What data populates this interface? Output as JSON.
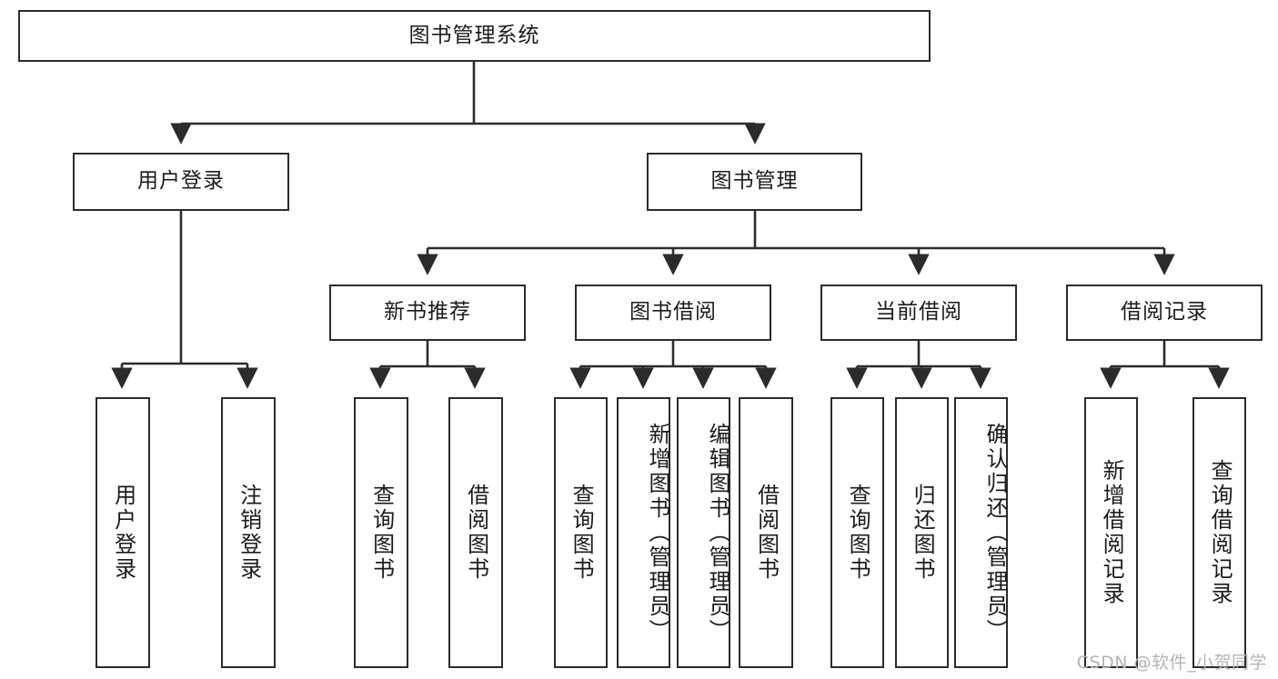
{
  "diagram": {
    "title": "图书管理系统",
    "type": "tree-structure-diagram",
    "colors": {
      "stroke": "#2b2b2b",
      "fill": "#ffffff",
      "text": "#1b1b1b",
      "watermark": "#b4b4b4"
    },
    "root": {
      "label": "图书管理系统"
    },
    "level2": [
      {
        "label": "用户登录"
      },
      {
        "label": "图书管理"
      }
    ],
    "level3": [
      {
        "label": "新书推荐"
      },
      {
        "label": "图书借阅"
      },
      {
        "label": "当前借阅"
      },
      {
        "label": "借阅记录"
      }
    ],
    "leaves": [
      {
        "label": "用户登录",
        "parent": "用户登录"
      },
      {
        "label": "注销登录",
        "parent": "用户登录"
      },
      {
        "label": "查询图书",
        "parent": "新书推荐"
      },
      {
        "label": "借阅图书",
        "parent": "新书推荐"
      },
      {
        "label": "查询图书",
        "parent": "图书借阅"
      },
      {
        "label": "新增图书（管理员）",
        "parent": "图书借阅"
      },
      {
        "label": "编辑图书（管理员）",
        "parent": "图书借阅"
      },
      {
        "label": "借阅图书",
        "parent": "图书借阅"
      },
      {
        "label": "查询图书",
        "parent": "当前借阅"
      },
      {
        "label": "归还图书",
        "parent": "当前借阅"
      },
      {
        "label": "确认归还（管理员）",
        "parent": "当前借阅"
      },
      {
        "label": "新增借阅记录",
        "parent": "借阅记录"
      },
      {
        "label": "查询借阅记录",
        "parent": "借阅记录"
      }
    ]
  },
  "watermark": {
    "text": "CSDN @软件_小贺同学"
  }
}
